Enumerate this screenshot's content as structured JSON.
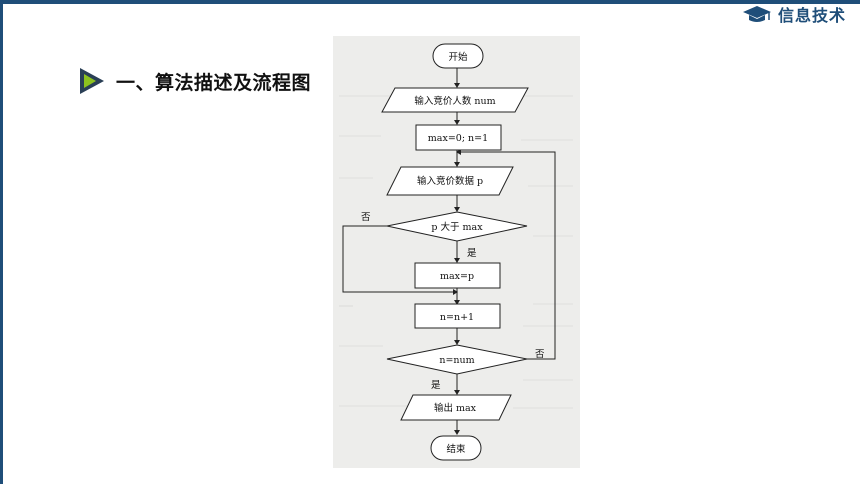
{
  "header": {
    "brand_text": "信息技术",
    "brand_icon": "graduation-cap-icon",
    "brand_color": "#1f4e79"
  },
  "section": {
    "icon": "play-triangle-icon",
    "icon_colors": {
      "dark": "#2a3f56",
      "accent": "#8dc21f"
    },
    "title": "一、算法描述及流程图"
  },
  "flowchart": {
    "start": "开始",
    "input_num": "输入竞价人数 num",
    "init": "max=0; n=1",
    "input_p": "输入竞价数据 p",
    "cond_p": "p 大于 max",
    "yes_1": "是",
    "no_1": "否",
    "assign_max": "max=p",
    "increment": "n=n+1",
    "cond_n": "n=num",
    "yes_2": "是",
    "no_2": "否",
    "output": "输出 max",
    "end": "结束"
  }
}
